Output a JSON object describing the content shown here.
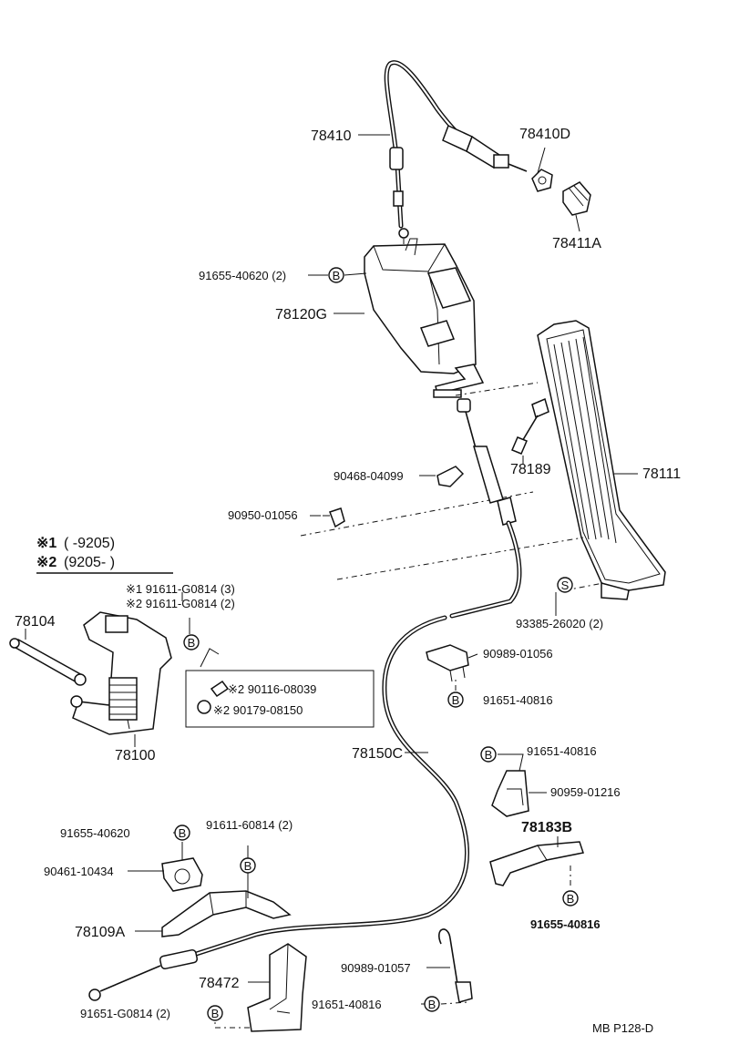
{
  "legend": {
    "row1_mark": "※1",
    "row1_range": "(        -9205)",
    "row2_mark": "※2",
    "row2_range": "(9205-        )"
  },
  "bolt_symbol": "B",
  "washer_symbol": "S",
  "labels": {
    "p78410": "78410",
    "p78410D": "78410D",
    "p78411A": "78411A",
    "p91655_40620_2": "91655-40620 (2)",
    "p78120G": "78120G",
    "p78111": "78111",
    "p78189": "78189",
    "p90468": "90468-04099",
    "p90950": "90950-01056",
    "p91611_1": "※1 91611-G0814 (3)",
    "p91611_2": "※2 91611-G0814 (2)",
    "p78104": "78104",
    "p90116": "※2 90116-08039",
    "p90179": "※2 90179-08150",
    "p78100": "78100",
    "p93385": "93385-26020 (2)",
    "p90989_01056": "90989-01056",
    "p91651_40816_a": "91651-40816",
    "p78150C": "78150C",
    "p91651_40816_b": "91651-40816",
    "p90959": "90959-01216",
    "p91655_40620": "91655-40620",
    "p91611_60814": "91611-60814 (2)",
    "p90461": "90461-10434",
    "p78183B": "78183B",
    "p78109A": "78109A",
    "p91655_40816": "91655-40816",
    "p78472": "78472",
    "p90989_01057": "90989-01057",
    "p91651_G0814": "91651-G0814 (2)",
    "p91651_40816_c": "91651-40816",
    "ref": "MB  P128-D"
  }
}
